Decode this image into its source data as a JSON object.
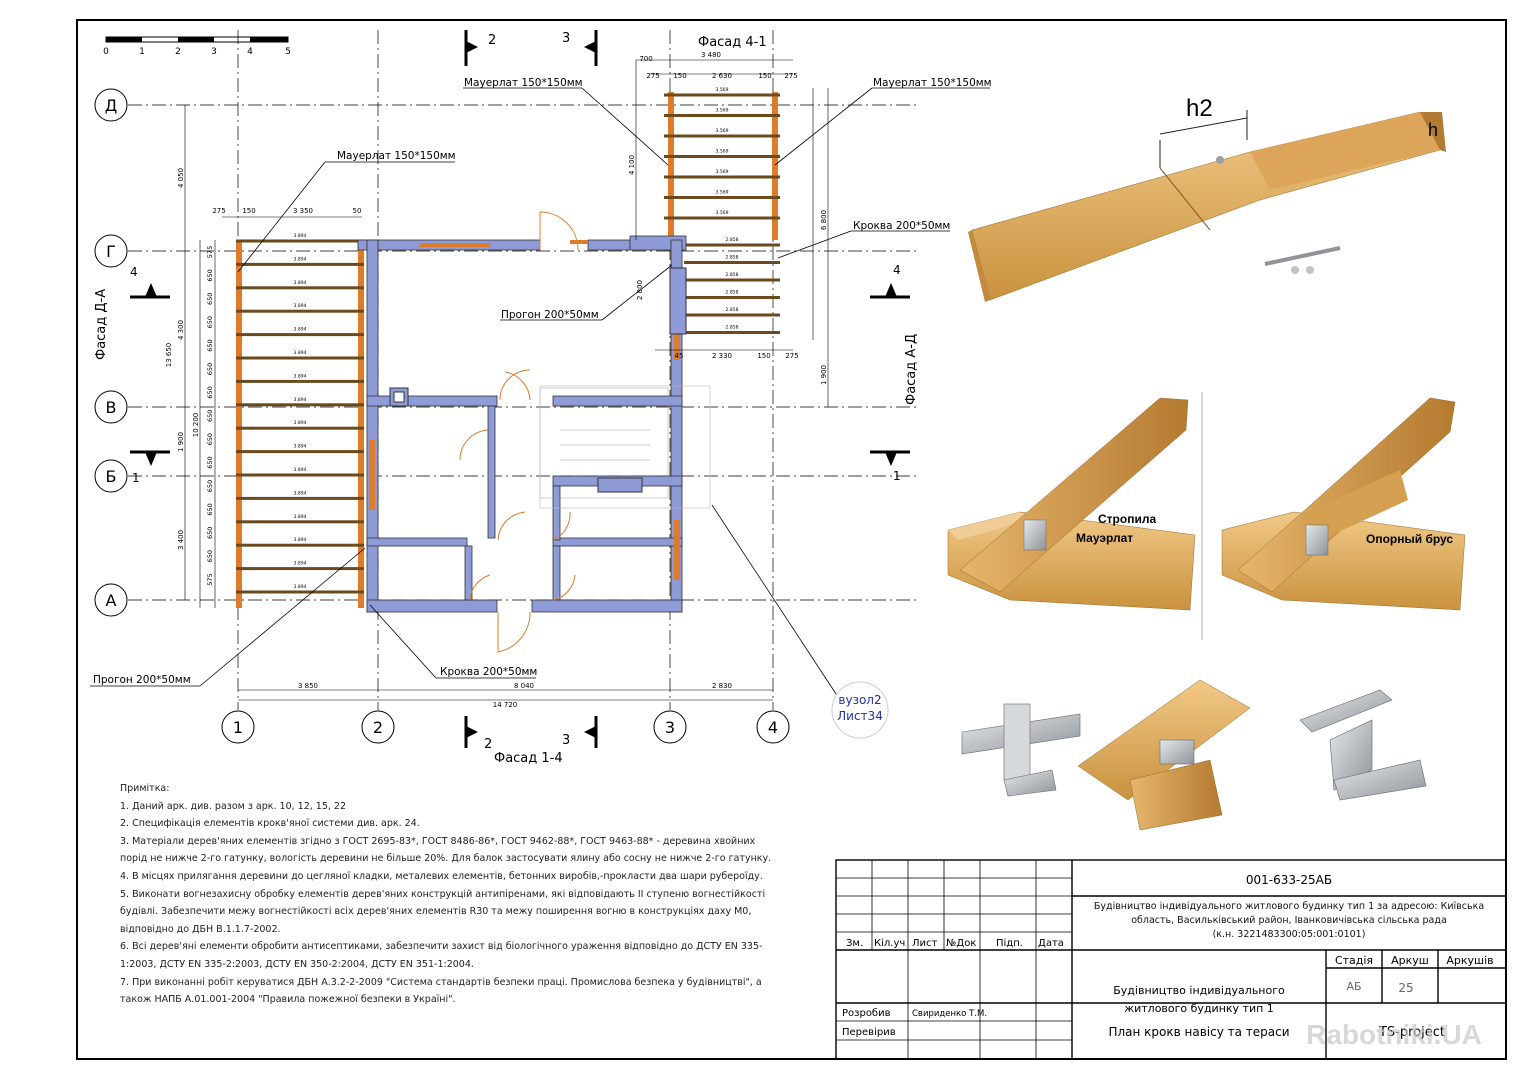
{
  "scale_bar": {
    "ticks": [
      "0",
      "1",
      "2",
      "3",
      "4",
      "5"
    ]
  },
  "axes": {
    "rows": [
      "Д",
      "Г",
      "В",
      "Б",
      "А"
    ],
    "cols": [
      "1",
      "2",
      "3",
      "4"
    ]
  },
  "sections": {
    "top_left": "2",
    "top_right": "3",
    "bottom_left": "2",
    "bottom_right": "3",
    "left_marker": "4",
    "right_marker": "4",
    "left_marker_lower": "1",
    "right_marker_lower": "1"
  },
  "facades": {
    "top": "Фасад 4-1",
    "bottom": "Фасад 1-4",
    "left": "Фасад Д-А",
    "right": "Фасад А-Д"
  },
  "callouts": {
    "mauerlat_left": "Мауерлат 150*150мм",
    "mauerlat_top_left": "Мауерлат 150*150мм",
    "mauerlat_top_right": "Мауерлат 150*150мм",
    "krokva_right": "Кроква 200*50мм",
    "progon_right": "Прогон 200*50мм",
    "progon_left": "Прогон 200*50мм",
    "krokva_bottom": "Кроква 200*50мм",
    "node_ref_1": "вузол2",
    "node_ref_2": "Лист34"
  },
  "dimensions": {
    "bottom_chain": [
      "3 850",
      "8 040",
      "2 830"
    ],
    "bottom_total": "14 720",
    "left_chain": [
      "4 050",
      "4 300",
      "1 900",
      "3 400"
    ],
    "left_total": "13 650",
    "left_inner": "10 200",
    "left_top": [
      "275",
      "150",
      "3 350",
      "50"
    ],
    "top_right_top": [
      "3 480"
    ],
    "top_right_sub": [
      "275",
      "150",
      "2 630",
      "150",
      "275"
    ],
    "top_right_offset": "700",
    "top_right_bottom": [
      "45",
      "2 330",
      "150",
      "275"
    ],
    "right_side": [
      "4 100",
      "2 800",
      "6 800",
      "1 900"
    ],
    "rafter_spacing": [
      "575",
      "650",
      "650",
      "650",
      "650",
      "650",
      "650",
      "650",
      "650",
      "650",
      "650",
      "650",
      "650",
      "650",
      "575"
    ],
    "rafter_len_left": "3.894",
    "rafter_len_top": "3.569",
    "rafter_len_lower": "2.858"
  },
  "photo_labels": {
    "h2": "h2",
    "h": "h",
    "stropila": "Стропила",
    "mauerlat": "Мауэрлат",
    "oporny": "Опорный брус"
  },
  "notes": {
    "title": "Примітка:",
    "items": [
      "1. Даний арк. див. разом з арк. 10, 12, 15, 22",
      "2. Специфікація елементів крокв'яної системи див. арк. 24.",
      "3. Матеріали дерев'яних елементів згідно з ГОСТ 2695-83*, ГОСТ 8486-86*, ГОСТ 9462-88*, ГОСТ 9463-88* - деревина хвойних порід не нижче 2-го гатунку, вологість деревини не більше 20%. Для балок застосувати ялину або сосну не нижче 2-го гатунку.",
      "4. В місцях прилягання деревини до цегляної кладки, металевих елементів, бетонних виробів,-прокласти два шари рубероїду.",
      "5. Виконати вогнезахисну обробку елементів дерев'яних конструкцій антипіренами, які відповідають ІІ ступеню вогнестійкості будівлі. Забезпечити межу вогнестійкості всіх дерев'яних елементів R30 та межу поширення вогню в конструкціях даху М0, відповідно до ДБН В.1.1.7-2002.",
      "6. Всі дерев'яні елементи обробити антисептиками, забезпечити захист від біологічного ураження відповідно до ДСТУ EN 335-1:2003, ДСТУ EN 335-2:2003, ДСТУ EN 350-2:2004, ДСТУ EN 351-1:2004.",
      "7. При виконанні робіт керуватися ДБН А.3.2-2-2009 \"Система стандартів безпеки праці. Промислова безпека у будівництві\", а також НАПБ А.01.001-2004 \"Правила пожежної безпеки в Україні\"."
    ]
  },
  "title_block": {
    "code": "001-633-25АБ",
    "project": "Будівництво індивідуального житлового будинку тип 1 за адресою: Київська область, Васильківський район, Іванковичівська сільська рада",
    "cadastre": "(к.н. 3221483300:05:001:0101)",
    "headers": [
      "Зм.",
      "Кіл.уч",
      "Лист",
      "№Док",
      "Підп.",
      "Дата"
    ],
    "object_line1": "Будівництво індивідуального",
    "object_line2": "житлового будинку тип 1",
    "stage_h": "Стадія",
    "sheet_h": "Аркуш",
    "sheets_h": "Аркушів",
    "stage": "АБ",
    "sheet": "25",
    "developed": "Розробив",
    "developer": "Свириденко Т.М.",
    "checked": "Перевірив",
    "drawing": "План крокв навісу та тераси",
    "company": "TS-project"
  },
  "watermark": "Rabotniki.UA",
  "colors": {
    "wall": "#8f9bd6",
    "timber": "#e07b2a",
    "line": "#000000"
  }
}
